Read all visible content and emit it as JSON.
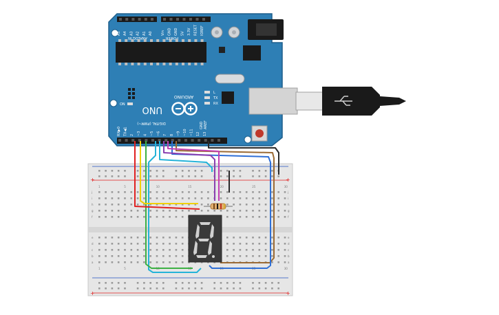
{
  "arduino": {
    "brand": "ARDUINO",
    "model": "UNO",
    "header_analog": "ANALOG IN",
    "header_power": "POWER",
    "header_digital": "DIGITAL (PWM~)",
    "aref_label": "AREF",
    "gnd_label": "GND",
    "on_label": "ON",
    "tx_label": "TX",
    "rx_label": "RX",
    "l_label": "L",
    "analog_pins": [
      "A5",
      "A4",
      "A3",
      "A2",
      "A1",
      "A0"
    ],
    "power_pins": [
      "Vin",
      "GND",
      "GND",
      "5V",
      "3.3V",
      "RESET",
      "IOREF"
    ],
    "digital_pins": [
      "RX▶0",
      "TX◀1",
      "2",
      "~3",
      "4",
      "~5",
      "~6",
      "7",
      "8",
      "~9",
      "~10",
      "~11",
      "12",
      "13"
    ]
  },
  "breadboard": {
    "plus": "+",
    "minus": "−",
    "row_letters_top": [
      "j",
      "i",
      "h",
      "g",
      "f"
    ],
    "row_letters_bottom": [
      "e",
      "d",
      "c",
      "b",
      "a"
    ],
    "column_numbers": [
      "1",
      "",
      "",
      "",
      "5",
      "",
      "",
      "",
      "",
      "10",
      "",
      "",
      "",
      "",
      "15",
      "",
      "",
      "",
      "",
      "20",
      "",
      "",
      "",
      "",
      "25",
      "",
      "",
      "",
      "",
      "30"
    ]
  },
  "wires": [
    {
      "name": "wire-red",
      "color": "#e02020"
    },
    {
      "name": "wire-yellow",
      "color": "#f0d000"
    },
    {
      "name": "wire-green",
      "color": "#3cb043"
    },
    {
      "name": "wire-cyan",
      "color": "#25b3d8"
    },
    {
      "name": "wire-purple",
      "color": "#8a3fb0"
    },
    {
      "name": "wire-magenta",
      "color": "#c23fb4"
    },
    {
      "name": "wire-blue",
      "color": "#2f6fd6"
    },
    {
      "name": "wire-brown",
      "color": "#9a6a34"
    },
    {
      "name": "wire-black",
      "color": "#2a2a2a"
    }
  ],
  "colors": {
    "board": "#2e7fb5",
    "board_edge": "#1e5f8c",
    "header": "#1a1a1a",
    "display_body": "#3a3a3a",
    "segment": "#d0d0d0",
    "rail_red": "#e02020",
    "rail_blue": "#2050c0"
  },
  "seven_segment": {
    "digit_shown": "8"
  }
}
